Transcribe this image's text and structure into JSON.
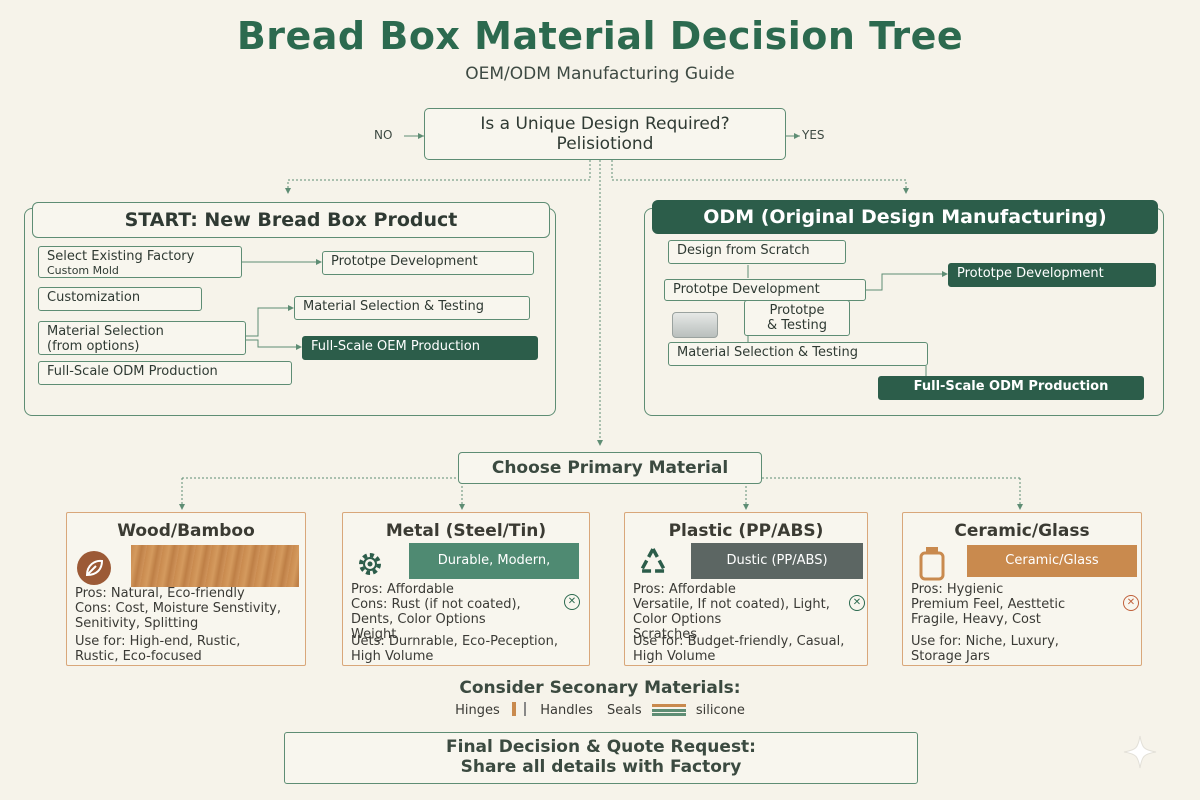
{
  "header": {
    "title": "Bread Box Material Decision Tree",
    "subtitle": "OEM/ODM Manufacturing Guide"
  },
  "question": {
    "line1": "Is a Unique Design Required?",
    "line2": "Pelisiotiond",
    "no_label": "NO",
    "yes_label": "YES"
  },
  "oem": {
    "title": "START: New Bread Box Product",
    "select_factory_line1": "Select Existing Factory",
    "select_factory_line2": "Custom Mold",
    "customization": "Customization",
    "material_selection_line1": "Material Selection",
    "material_selection_line2": "(from options)",
    "full_scale_odm": "Full-Scale ODM Production",
    "prototype_dev": "Prototpe Development",
    "material_testing": "Material Selection & Testing",
    "full_scale_oem": "Full-Scale OEM Production"
  },
  "odm": {
    "title": "ODM (Original Design Manufacturing)",
    "design_scratch": "Design from Scratch",
    "prototype_dev": "Prototpe Development",
    "prototype_dev_dark": "Prototpe Development",
    "prototype_testing_line1": "Prototpe",
    "prototype_testing_line2": "& Testing",
    "material_testing": "Material Selection & Testing",
    "full_scale_odm": "Full-Scale ODM Production"
  },
  "choose": {
    "label": "Choose Primary Material"
  },
  "materials": [
    {
      "title": "Wood/Bamboo",
      "icon": "leaf-icon",
      "banner": "",
      "lines": [
        "Pros: Natural, Eco-friendly",
        "Cons: Cost, Moisture Senstivity,",
        "Senitivity, Splitting"
      ],
      "use": [
        "Use for: High-end, Rustic,",
        "Rustic, Eco-focused"
      ]
    },
    {
      "title": "Metal (Steel/Tin)",
      "icon": "gear-icon",
      "banner": "Durable, Modern,",
      "lines": [
        "Pros: Affordable",
        "Cons: Rust (if not coated),",
        "Dents, Color Options",
        "Weight"
      ],
      "use": [
        "Uets: Durnrable, Eco-Peception,",
        "High Volume"
      ]
    },
    {
      "title": "Plastic (PP/ABS)",
      "icon": "recycle-icon",
      "banner": "Dustic (PP/ABS)",
      "lines": [
        "Pros: Affordable",
        "Versatile, If not coated), Light,",
        "Color Options",
        "Scratches"
      ],
      "use": [
        "Use for: Budget-friendly, Casual,",
        "High Volume"
      ]
    },
    {
      "title": "Ceramic/Glass",
      "icon": "jar-icon",
      "banner": "Ceramic/Glass",
      "lines": [
        "Pros: Hygienic",
        "Premium Feel, Aesttetic",
        "Fragile, Heavy, Cost"
      ],
      "use": [
        "Use for: Niche, Luxury,",
        "Storage Jars"
      ]
    }
  ],
  "secondary": {
    "title": "Consider Seconary Materials:",
    "hinges": "Hinges",
    "handles": "Handles",
    "seals": "Seals",
    "silicone": "silicone"
  },
  "final": {
    "line1": "Final Decision & Quote Request:",
    "line2": "Share all details with Factory"
  },
  "colors": {
    "accent": "#2c6a4f",
    "dark_box": "#2c5d4a",
    "card_border": "#d9a77a",
    "wood": "#c98a4e",
    "metal_banner": "#4f8a72",
    "plastic_banner": "#5c6663",
    "background": "#f6f3ea"
  }
}
